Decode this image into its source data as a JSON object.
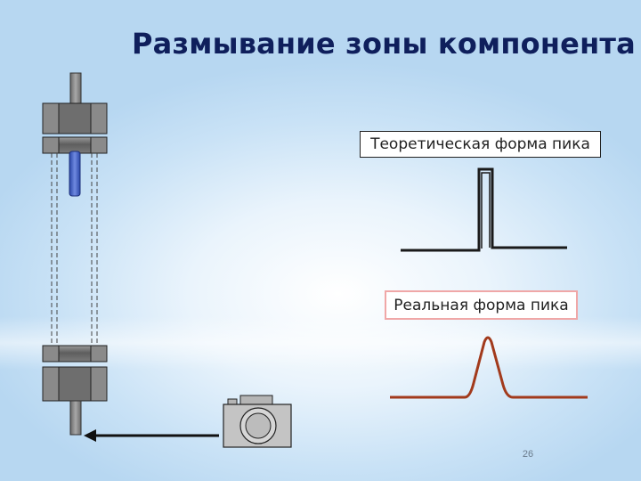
{
  "slide": {
    "title": "Размывание зоны компонента",
    "page_number": "26"
  },
  "labels": {
    "theoretical_peak": "Теоретическая форма пика",
    "real_peak": "Реальная форма пика"
  },
  "colors": {
    "title": "#0f1f5c",
    "theoretical_line": "#1a1a1a",
    "real_line": "#a23a1c",
    "sample_zone": "#3b5bc4",
    "real_label_border": "#f0a7a7",
    "column_fitting": "#7f7f7f"
  },
  "icons": [
    "column-icon",
    "camera-icon",
    "arrow-left-icon"
  ]
}
